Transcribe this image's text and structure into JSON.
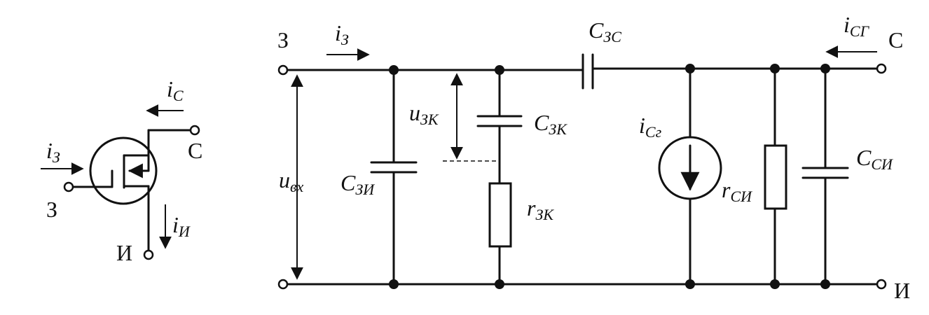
{
  "colors": {
    "ink": "#111111",
    "background": "#ffffff"
  },
  "mosfet": {
    "gate_terminal": "З",
    "drain_terminal": "С",
    "source_terminal": "И",
    "gate_current": {
      "sym": "i",
      "sub": "З"
    },
    "drain_current": {
      "sym": "i",
      "sub": "С"
    },
    "source_current": {
      "sym": "i",
      "sub": "И"
    }
  },
  "circuit": {
    "input_gate_terminal": "З",
    "input_current": {
      "sym": "i",
      "sub": "З"
    },
    "input_voltage": {
      "sym": "u",
      "sub": "вх"
    },
    "c_gs": {
      "sym": "C",
      "sub": "ЗИ"
    },
    "u_gk": {
      "sym": "u",
      "sub": "ЗК"
    },
    "c_gk": {
      "sym": "C",
      "sub": "ЗК"
    },
    "r_gk": {
      "sym": "r",
      "sub": "ЗК"
    },
    "c_gd": {
      "sym": "C",
      "sub": "ЗС"
    },
    "current_source": {
      "sym": "i",
      "sub": "Сг"
    },
    "r_ds": {
      "sym": "r",
      "sub": "СИ"
    },
    "c_ds": {
      "sym": "C",
      "sub": "СИ"
    },
    "output_current": {
      "sym": "i",
      "sub": "СГ"
    },
    "drain_terminal": "С",
    "source_terminal": "И"
  }
}
